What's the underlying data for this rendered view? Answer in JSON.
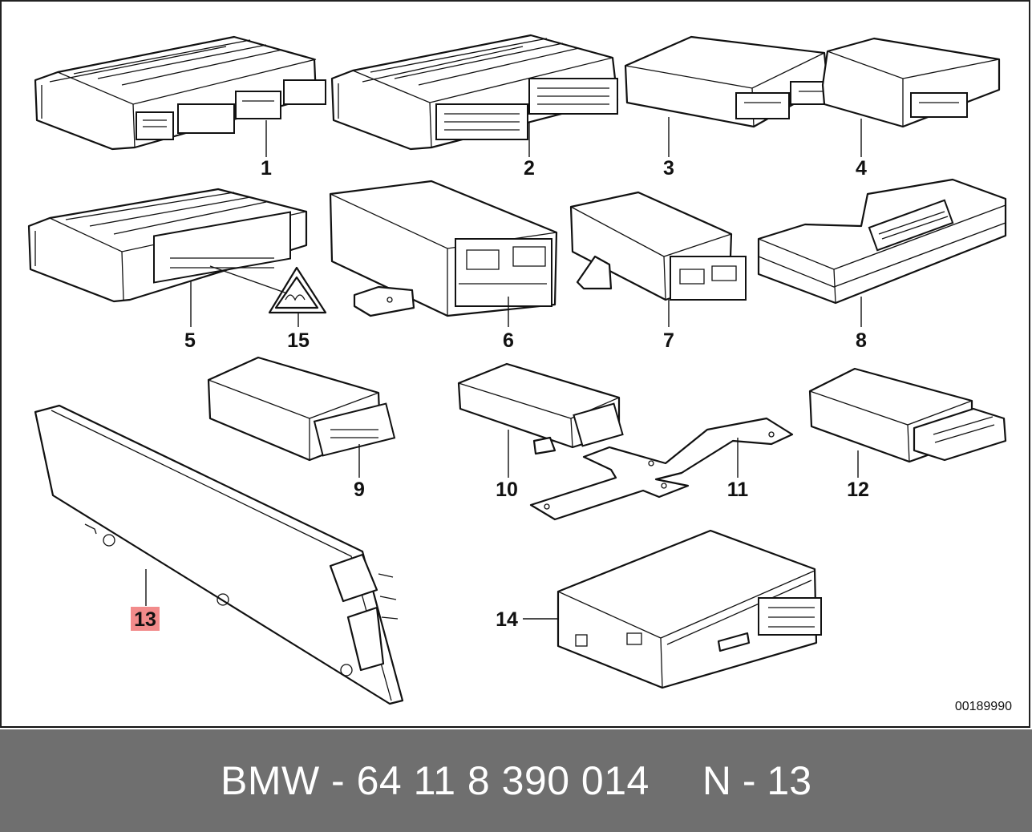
{
  "diagram": {
    "drawing_number": "00189990",
    "highlighted_callout": "13",
    "highlight_color": "#f28b8b",
    "callouts": [
      {
        "id": "1",
        "label": "1"
      },
      {
        "id": "2",
        "label": "2"
      },
      {
        "id": "3",
        "label": "3"
      },
      {
        "id": "4",
        "label": "4"
      },
      {
        "id": "5",
        "label": "5"
      },
      {
        "id": "15",
        "label": "15"
      },
      {
        "id": "6",
        "label": "6"
      },
      {
        "id": "7",
        "label": "7"
      },
      {
        "id": "8",
        "label": "8"
      },
      {
        "id": "9",
        "label": "9"
      },
      {
        "id": "10",
        "label": "10"
      },
      {
        "id": "11",
        "label": "11"
      },
      {
        "id": "12",
        "label": "12"
      },
      {
        "id": "13",
        "label": "13"
      },
      {
        "id": "14",
        "label": "14"
      }
    ]
  },
  "footer": {
    "part_number": "BMW - 64 11 8 390 014",
    "position": "N - 13",
    "background_color": "#6f6f6f"
  }
}
